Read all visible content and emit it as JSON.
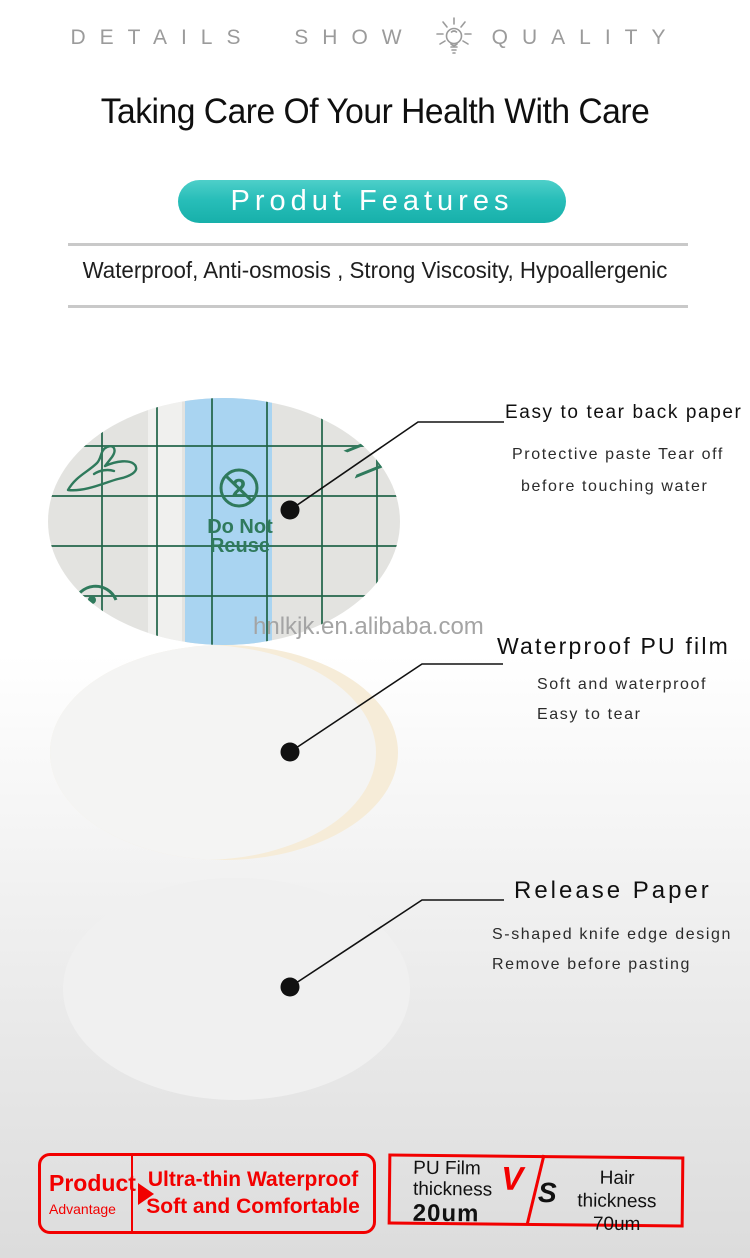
{
  "page": {
    "header": {
      "left": "DETAILS SHOW",
      "right": "QUALITY",
      "icon": "lightbulb-icon"
    },
    "title": "Taking Care Of Your Health With Care",
    "badge": "Produt Features",
    "tagline": "Waterproof, Anti-osmosis , Strong Viscosity, Hypoallergenic"
  },
  "film": {
    "no_reuse_number": "2",
    "do_not": "Do Not",
    "reuse": "Reuse"
  },
  "watermark": "hnlkjk.en.alibaba.com",
  "callouts": [
    {
      "title": "Easy to tear back paper",
      "line1": "Protective paste Tear off",
      "line2": "before touching water"
    },
    {
      "title": "Waterproof PU film",
      "line1": "Soft and waterproof",
      "line2": "Easy to tear"
    },
    {
      "title": "Release Paper",
      "line1": "S-shaped knife edge design",
      "line2": "Remove before pasting"
    }
  ],
  "advantage": {
    "label1": "Product",
    "label2": "Advantage",
    "value1": "Ultra-thin Waterproof",
    "value2": "Soft and Comfortable"
  },
  "comparison": {
    "left1": "PU Film",
    "left2": "thickness",
    "left_value": "20um",
    "vs_left": "V",
    "vs_right": "S",
    "right1": "Hair thickness",
    "right_value": "70um"
  },
  "colors": {
    "teal": "#28beb9",
    "red": "#f20000",
    "grid_green": "#2a6e52",
    "strip_blue": "#a9d4f1"
  }
}
